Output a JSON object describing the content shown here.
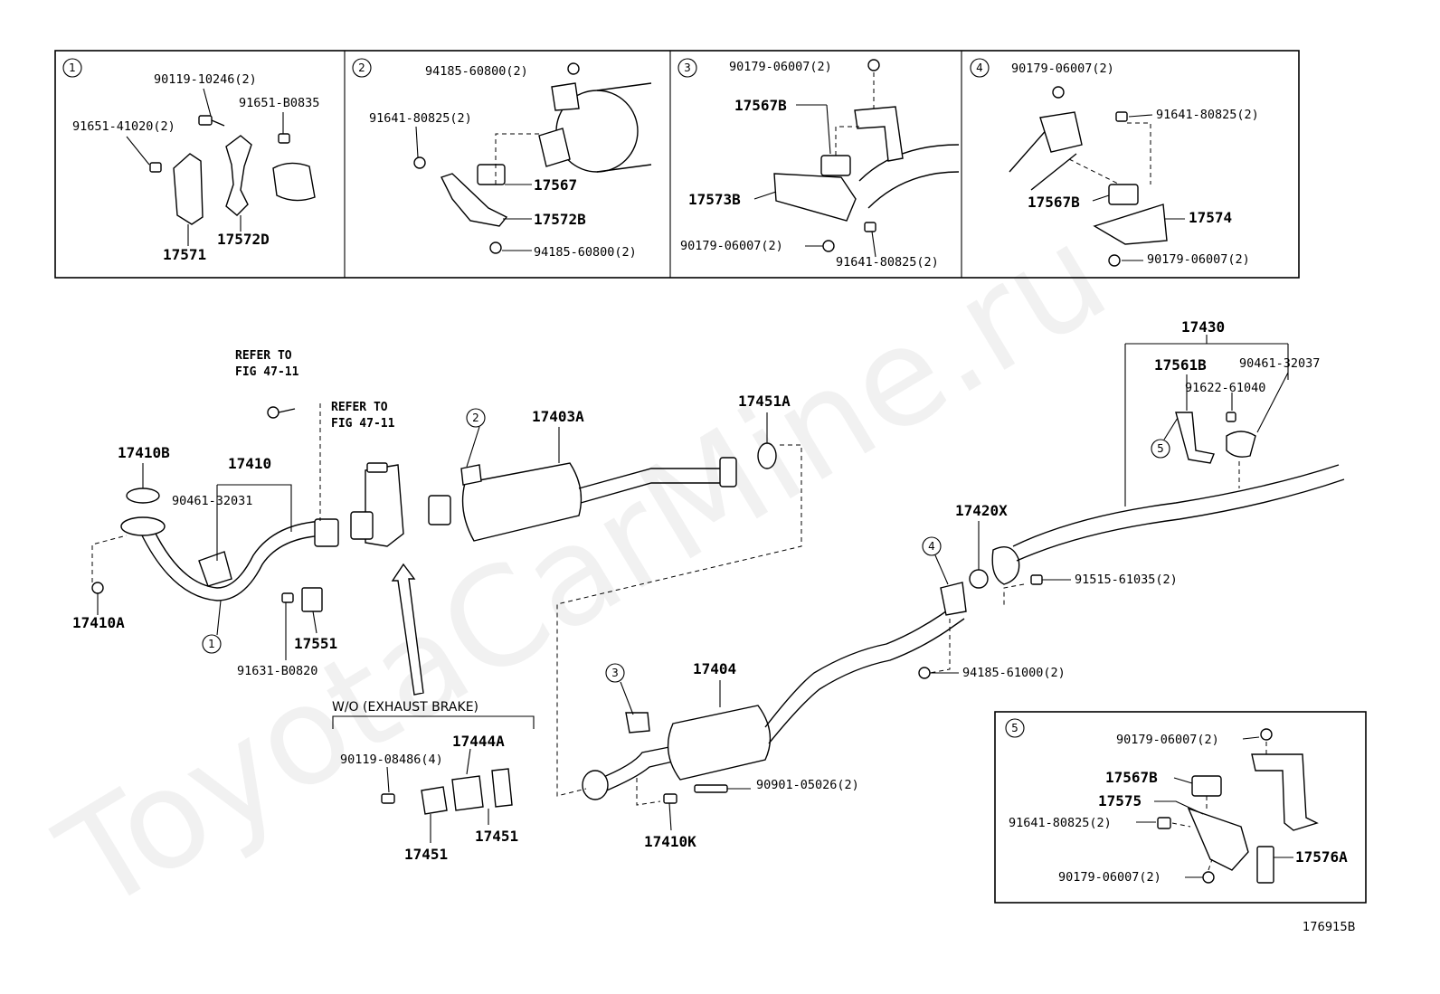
{
  "watermark": "ToyotaCarMine.ru",
  "figure_code": "176915B",
  "panels": [
    {
      "index": "1",
      "labels": [
        "90119-10246(2)",
        "91651-B0835",
        "91651-41020(2)",
        "17571",
        "17572D"
      ]
    },
    {
      "index": "2",
      "labels": [
        "94185-60800(2)",
        "91641-80825(2)",
        "17567",
        "17572B",
        "94185-60800(2)"
      ]
    },
    {
      "index": "3",
      "labels": [
        "90179-06007(2)",
        "17567B",
        "17573B",
        "90179-06007(2)",
        "91641-80825(2)"
      ]
    },
    {
      "index": "4",
      "labels": [
        "90179-06007(2)",
        "91641-80825(2)",
        "17567B",
        "17574",
        "90179-06007(2)"
      ]
    },
    {
      "index": "5",
      "labels": [
        "90179-06007(2)",
        "17567B",
        "17575",
        "91641-80825(2)",
        "17576A",
        "90179-06007(2)"
      ]
    }
  ],
  "main": {
    "refer_to": "REFER TO",
    "fig_ref": "FIG 47-11",
    "variant_caption": "W/O (EXHAUST BRAKE)",
    "callout_markers": [
      "1",
      "2",
      "3",
      "4",
      "5"
    ],
    "labels": {
      "p17410B": "17410B",
      "p17410": "17410",
      "p90461_32031": "90461-32031",
      "p17410A": "17410A",
      "p17551": "17551",
      "p91631_B0820": "91631-B0820",
      "p17403A": "17403A",
      "p17451A": "17451A",
      "p90119_08486": "90119-08486(4)",
      "p17444A": "17444A",
      "p17451_a": "17451",
      "p17451_b": "17451",
      "p17404": "17404",
      "p90901_05026": "90901-05026(2)",
      "p17410K": "17410K",
      "p17430": "17430",
      "p17561B": "17561B",
      "p90461_32037": "90461-32037",
      "p91622_61040": "91622-61040",
      "p17420X": "17420X",
      "p91515_61035": "91515-61035(2)",
      "p94185_61000": "94185-61000(2)"
    }
  }
}
